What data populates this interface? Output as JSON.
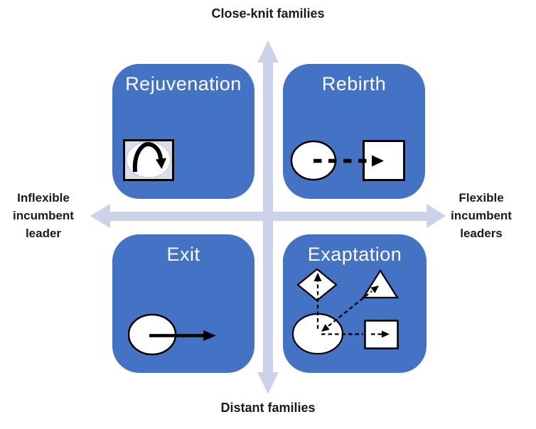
{
  "diagram": {
    "title_hint": "family-firm strategy quadrant matrix",
    "axes": {
      "top_label": "Close-knit families",
      "bottom_label": "Distant families",
      "left_label": "Inflexible\nincumbent\nleader",
      "right_label": "Flexible\nincumbent\nleaders",
      "arrow_color": "#ccd2e8"
    },
    "quadrants": {
      "top_left": {
        "label": "Rejuvenation",
        "icon": "u-turn-arrow"
      },
      "top_right": {
        "label": "Rebirth",
        "icon": "ellipse-to-square-dashed-arrow"
      },
      "bottom_left": {
        "label": "Exit",
        "icon": "ellipse-with-solid-arrow"
      },
      "bottom_right": {
        "label": "Exaptation",
        "icon": "ellipse-diamond-triangle-square-dashed-network"
      }
    },
    "colors": {
      "quadrant_fill": "#4472c4",
      "quadrant_label_text": "#ffffff",
      "axis_label_text": "#1a1a1a",
      "shape_fill": "#ffffff",
      "shape_stroke": "#000000",
      "rejuvenation_box_fill": "#d9deeb"
    }
  }
}
